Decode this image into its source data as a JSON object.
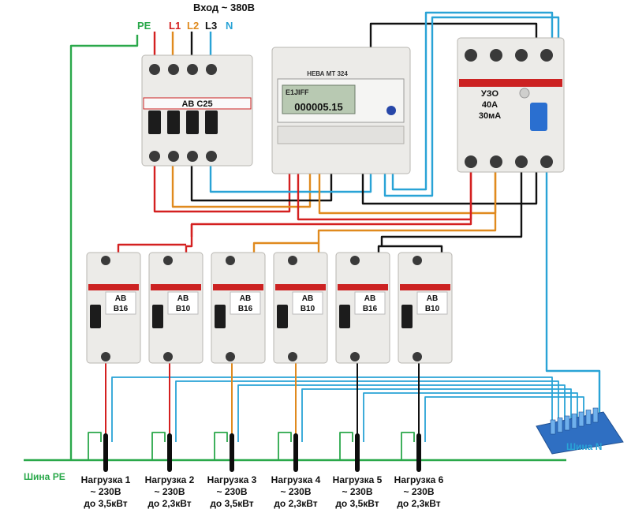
{
  "title": "Вход ~ 380В",
  "inputs": [
    {
      "label": "PE",
      "color": "#2aa84a"
    },
    {
      "label": "L1",
      "color": "#d42020"
    },
    {
      "label": "L2",
      "color": "#e08a1e"
    },
    {
      "label": "L3",
      "color": "#111111"
    },
    {
      "label": "N",
      "color": "#29a3d6"
    }
  ],
  "main_breaker": {
    "label": "АВ С25"
  },
  "meter": {
    "brand": "НЕВА МТ 324",
    "display": "000005.15",
    "indicator": "E1JIFF"
  },
  "rcd": {
    "line1": "УЗО",
    "line2": "40А",
    "line3": "30мА"
  },
  "breakers": [
    {
      "type": "АВ",
      "rating": "В16"
    },
    {
      "type": "АВ",
      "rating": "В10"
    },
    {
      "type": "АВ",
      "rating": "В16"
    },
    {
      "type": "АВ",
      "rating": "В10"
    },
    {
      "type": "АВ",
      "rating": "В16"
    },
    {
      "type": "АВ",
      "rating": "В10"
    }
  ],
  "loads": [
    {
      "name": "Нагрузка 1",
      "voltage": "~ 230В",
      "power": "до 3,5кВт"
    },
    {
      "name": "Нагрузка 2",
      "voltage": "~ 230В",
      "power": "до 2,3кВт"
    },
    {
      "name": "Нагрузка 3",
      "voltage": "~ 230В",
      "power": "до 3,5кВт"
    },
    {
      "name": "Нагрузка 4",
      "voltage": "~ 230В",
      "power": "до 2,3кВт"
    },
    {
      "name": "Нагрузка 5",
      "voltage": "~ 230В",
      "power": "до 3,5кВт"
    },
    {
      "name": "Нагрузка 6",
      "voltage": "~ 230В",
      "power": "до 2,3кВт"
    }
  ],
  "bus_pe": "Шина PE",
  "bus_n": "Шина N",
  "colors": {
    "pe": "#2aa84a",
    "l1": "#d42020",
    "l2": "#e08a1e",
    "l3": "#111111",
    "n": "#29a3d6"
  }
}
